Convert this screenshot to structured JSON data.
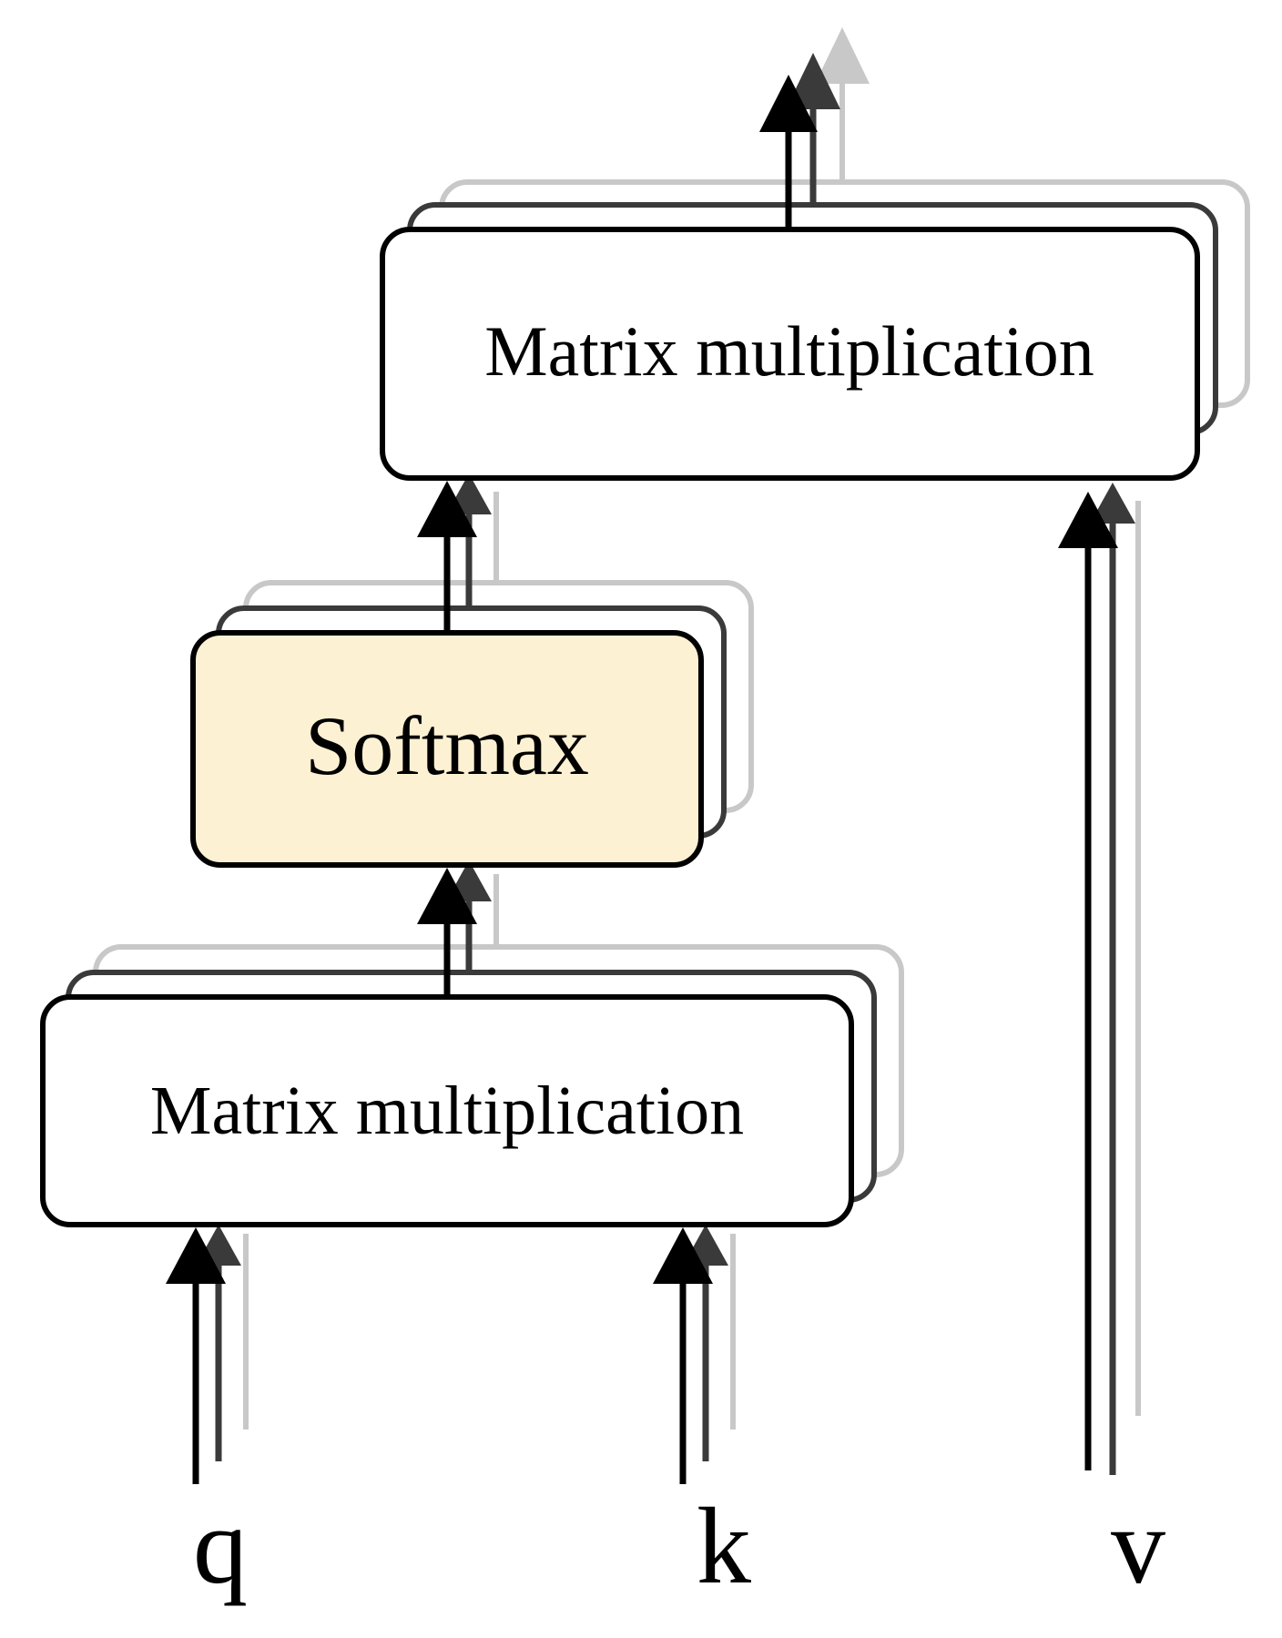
{
  "diagram": {
    "top_box": {
      "label": "Matrix multiplication"
    },
    "softmax_box": {
      "label": "Softmax"
    },
    "bottom_box": {
      "label": "Matrix multiplication"
    },
    "inputs": {
      "q": "q",
      "k": "k",
      "v": "v"
    }
  },
  "colors": {
    "front_stroke": "#000000",
    "mid_stroke": "#3a3a3a",
    "back_stroke": "#c8c8c8",
    "softmax_fill": "#fdf1d3",
    "box_fill": "#ffffff"
  }
}
